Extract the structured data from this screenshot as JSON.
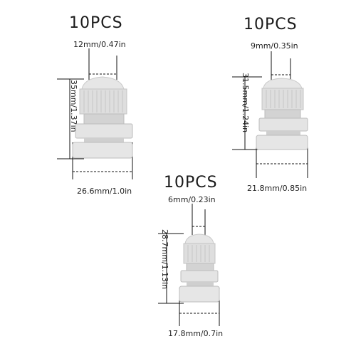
{
  "colors": {
    "gland_body": "#e6e6e6",
    "gland_shadow": "#c9c9c9",
    "gland_dark": "#a9a9a9",
    "line": "#111111"
  },
  "glands": [
    {
      "quantity": "10PCS",
      "cable_size": "12mm/0.47in",
      "height": "35mm/1.37in",
      "base_width": "26.6mm/1.0in"
    },
    {
      "quantity": "10PCS",
      "cable_size": "9mm/0.35in",
      "height": "31.5mm/1.24in",
      "base_width": "21.8mm/0.85in"
    },
    {
      "quantity": "10PCS",
      "cable_size": "6mm/0.23in",
      "height": "28.7mm/1.13in",
      "base_width": "17.8mm/0.7in"
    }
  ]
}
